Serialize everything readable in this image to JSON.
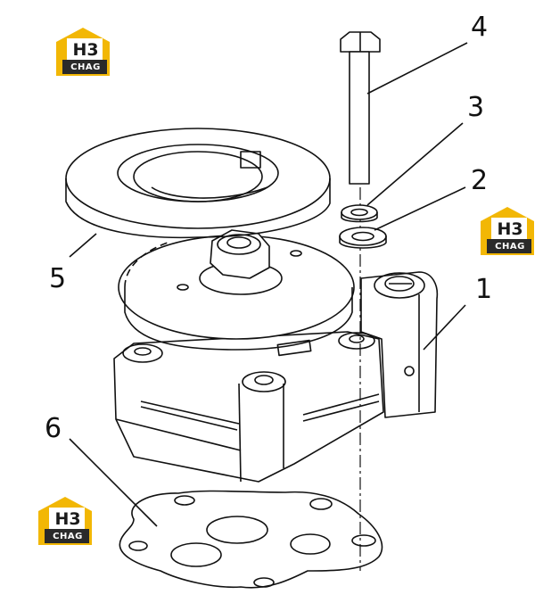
{
  "logos": [
    {
      "top_text": "H3",
      "bottom_text": "CHAG"
    },
    {
      "top_text": "H3",
      "bottom_text": "CHAG"
    },
    {
      "top_text": "H3",
      "bottom_text": "CHAG"
    }
  ],
  "callouts": [
    "1",
    "2",
    "3",
    "4",
    "5",
    "6"
  ],
  "colors": {
    "logo_yellow": "#F2B705",
    "logo_dark": "#2A2A2A",
    "line": "#111111"
  }
}
